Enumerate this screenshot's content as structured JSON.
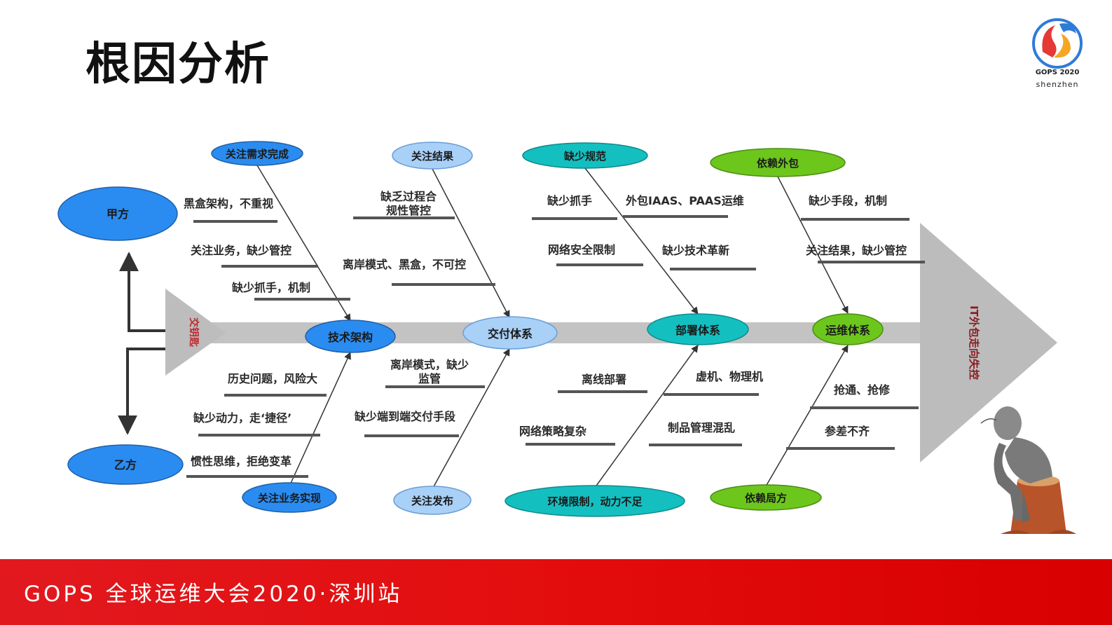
{
  "slide": {
    "title": "根因分析",
    "footer": "GOPS 全球运维大会2020·深圳站"
  },
  "logo": {
    "line1": "GOPS 2020",
    "line2": "shenzhen",
    "colors": [
      "#1f6fd1",
      "#e53935",
      "#f5a623",
      "#3a7bd5"
    ]
  },
  "diagram": {
    "head_label": "交钥匙",
    "effect_label": "IT外包走向失控",
    "party_a": "甲方",
    "party_b": "乙方",
    "nodes": {
      "tech_arch": "技术架构",
      "delivery": "交付体系",
      "deploy": "部署体系",
      "ops": "运维体系"
    },
    "top_causes": {
      "requirement": "关注需求完成",
      "result": "关注结果",
      "no_spec": "缺少规范",
      "outsourcing": "依赖外包"
    },
    "bottom_causes": {
      "business": "关注业务实现",
      "release": "关注发布",
      "env": "环境限制，动力不足",
      "local": "依赖局方"
    },
    "labels": {
      "l1": "黑盒架构，不重视",
      "l2": "关注业务，缺少管控",
      "l3": "缺少抓手，机制",
      "l4": "历史问题，风险大",
      "l5": "缺少动力，走‘捷径’",
      "l6": "惯性思维，拒绝变革",
      "l7a": "缺乏过程合",
      "l7b": "规性管控",
      "l8": "离岸模式、黑盒，不可控",
      "l9a": "离岸模式，缺少",
      "l9b": "监管",
      "l10": "缺少端到端交付手段",
      "l11": "缺少抓手",
      "l12": "外包IAAS、PAAS运维",
      "l13": "网络安全限制",
      "l14": "缺少技术革新",
      "l15": "离线部署",
      "l16": "虚机、物理机",
      "l17": "网络策略复杂",
      "l18": "制品管理混乱",
      "l19": "缺少手段，机制",
      "l20": "关注结果，缺少管控",
      "l21": "抢通、抢修",
      "l22": "参差不齐"
    },
    "colors": {
      "blue": "#2a8cf0",
      "light_blue": "#a9d0f7",
      "teal": "#14bfc0",
      "green": "#6dc61c",
      "spine": "#c3c3c3",
      "label_red": "#c0282d"
    }
  }
}
